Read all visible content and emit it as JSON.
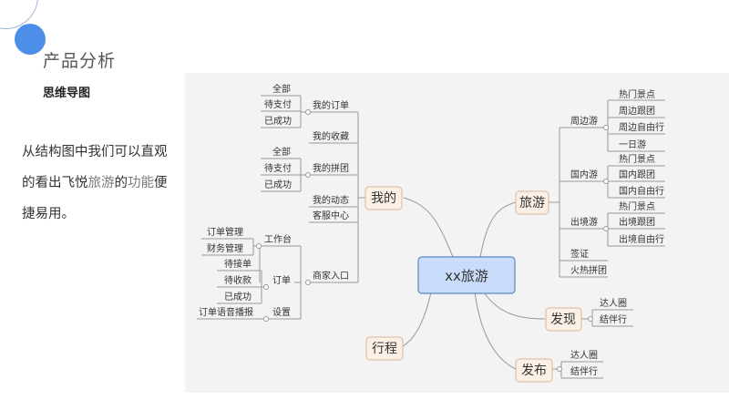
{
  "slide": {
    "title": "产品分析",
    "subtitle": "思维导图",
    "body_lead": "从结构图中我们可以直观的看出飞悦",
    "body_highlight": "旅游",
    "body_mid": "的",
    "body_highlight2": "功能",
    "body_tail": "便捷易用。"
  },
  "mindmap": {
    "center": "xx旅游",
    "branches": {
      "wode": "我的",
      "lvyou": "旅游",
      "faxian": "发现",
      "xingcheng": "行程",
      "fabu": "发布"
    },
    "wode": {
      "my_orders": "我的订单",
      "orders_all": "全部",
      "orders_unpaid": "待支付",
      "orders_done": "已成功",
      "my_favorites": "我的收藏",
      "my_group": "我的拼团",
      "group_all": "全部",
      "group_unpaid": "待支付",
      "group_done": "已成功",
      "my_feed": "我的动态",
      "support": "客服中心",
      "merchant": "商家入口",
      "workbench": "工作台",
      "order_mgmt": "订单管理",
      "finance_mgmt": "财务管理",
      "orders": "订单",
      "to_accept": "待接单",
      "to_collect": "待收款",
      "succeeded": "已成功",
      "settings": "设置",
      "voice": "订单语音播报"
    },
    "lvyou": {
      "nearby": "周边游",
      "nearby_hot": "热门景点",
      "nearby_group": "周边跟团",
      "nearby_free": "周边自由行",
      "nearby_day": "一日游",
      "domestic": "国内游",
      "domestic_hot": "热门景点",
      "domestic_group": "国内跟团",
      "domestic_free": "国内自由行",
      "outbound": "出境游",
      "outbound_hot": "热门景点",
      "outbound_group": "出境跟团",
      "outbound_free": "出境自由行",
      "visa": "签证",
      "hot_group": "火热拼团"
    },
    "faxian": {
      "circle": "达人圈",
      "partner": "结伴行"
    },
    "fabu": {
      "circle": "达人圈",
      "partner": "结伴行"
    }
  },
  "colors": {
    "accent_dot": "#4d8fe8",
    "center_fill": "#c9dcf9",
    "center_stroke": "#5b86c5",
    "branch_fill": "#fbf0e6",
    "branch_stroke": "#d9b796",
    "connector": "#999999",
    "underline": "#555555"
  }
}
